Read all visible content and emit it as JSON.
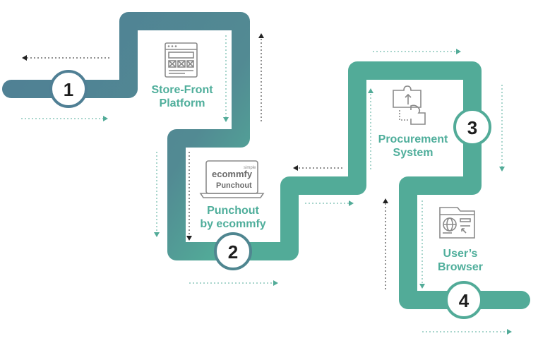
{
  "steps": [
    {
      "number": "1",
      "label_line1": "Store-Front",
      "label_line2": "Platform"
    },
    {
      "number": "2",
      "label_line1": "Punchout",
      "label_line2": "by ecommfy"
    },
    {
      "number": "3",
      "label_line1": "Procurement",
      "label_line2": "System"
    },
    {
      "number": "4",
      "label_line1": "User’s",
      "label_line2": "Browser"
    }
  ],
  "laptop": {
    "brand_small": "simple",
    "brand": "ecommfy",
    "caption": "Punchout"
  },
  "colors": {
    "path_dark": "#4f7f94",
    "path_teal": "#52ab98",
    "label_teal": "#4fae9b",
    "circle_text": "#1d1d1d",
    "icon_gray": "#8a8a8a",
    "arrow_black": "#222222"
  }
}
